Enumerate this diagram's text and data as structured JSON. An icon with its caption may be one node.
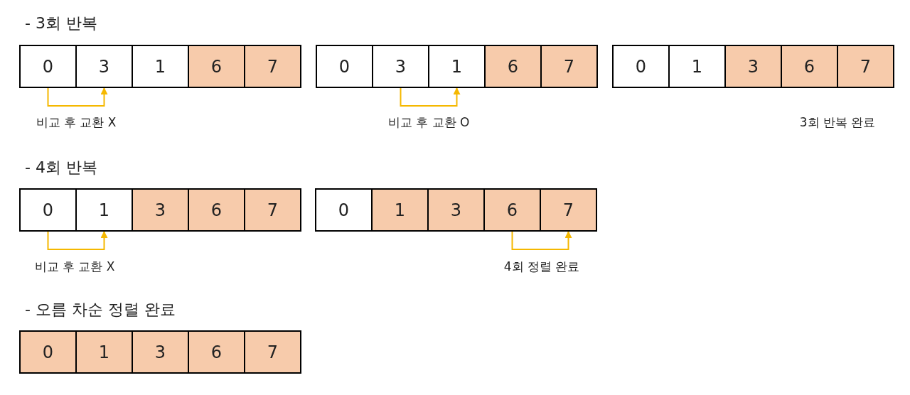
{
  "diagram": {
    "nodes": [
      {
        "text": [
          "0"
        ]
      },
      {
        "text": [
          "3"
        ]
      },
      {
        "text": [
          "1"
        ]
      },
      {
        "text": [
          "6"
        ]
      },
      {
        "text": [
          "7"
        ]
      },
      {
        "text": [
          "0"
        ]
      },
      {
        "text": [
          "3"
        ]
      },
      {
        "text": [
          "1"
        ]
      },
      {
        "text": [
          "6"
        ]
      },
      {
        "text": [
          "7"
        ]
      },
      {
        "text": [
          "0"
        ]
      },
      {
        "text": [
          "1"
        ]
      },
      {
        "text": [
          "3"
        ]
      },
      {
        "text": [
          "6"
        ]
      },
      {
        "text": [
          "7"
        ]
      },
      {
        "text": [
          "0"
        ]
      },
      {
        "text": [
          "1"
        ]
      },
      {
        "text": [
          "3"
        ]
      },
      {
        "text": [
          "6"
        ]
      },
      {
        "text": [
          "7"
        ]
      },
      {
        "text": [
          "0"
        ]
      },
      {
        "text": [
          "1"
        ]
      },
      {
        "text": [
          "3"
        ]
      },
      {
        "text": [
          "6"
        ]
      },
      {
        "text": [
          "7"
        ]
      },
      {
        "text": [
          "0"
        ]
      },
      {
        "text": [
          "1"
        ]
      },
      {
        "text": [
          "3"
        ]
      },
      {
        "text": [
          "6"
        ]
      },
      {
        "text": [
          "7"
        ]
      }
    ],
    "edges": [
      {
        "from": 0,
        "to": 1,
        "arrow": "to"
      },
      {
        "from": 6,
        "to": 7,
        "arrow": "to"
      },
      {
        "from": 15,
        "to": 16,
        "arrow": "to"
      },
      {
        "from": 23,
        "to": 24,
        "arrow": "to"
      }
    ],
    "labels": [
      "- 3회 반복",
      "비교 후 교환 X",
      "비교 후 교환 O",
      "3회 반복 완료",
      "- 4회 반복",
      "비교 후 교환 X",
      "4회 정렬 완료",
      "- 오름 차순 정렬 완료"
    ]
  }
}
